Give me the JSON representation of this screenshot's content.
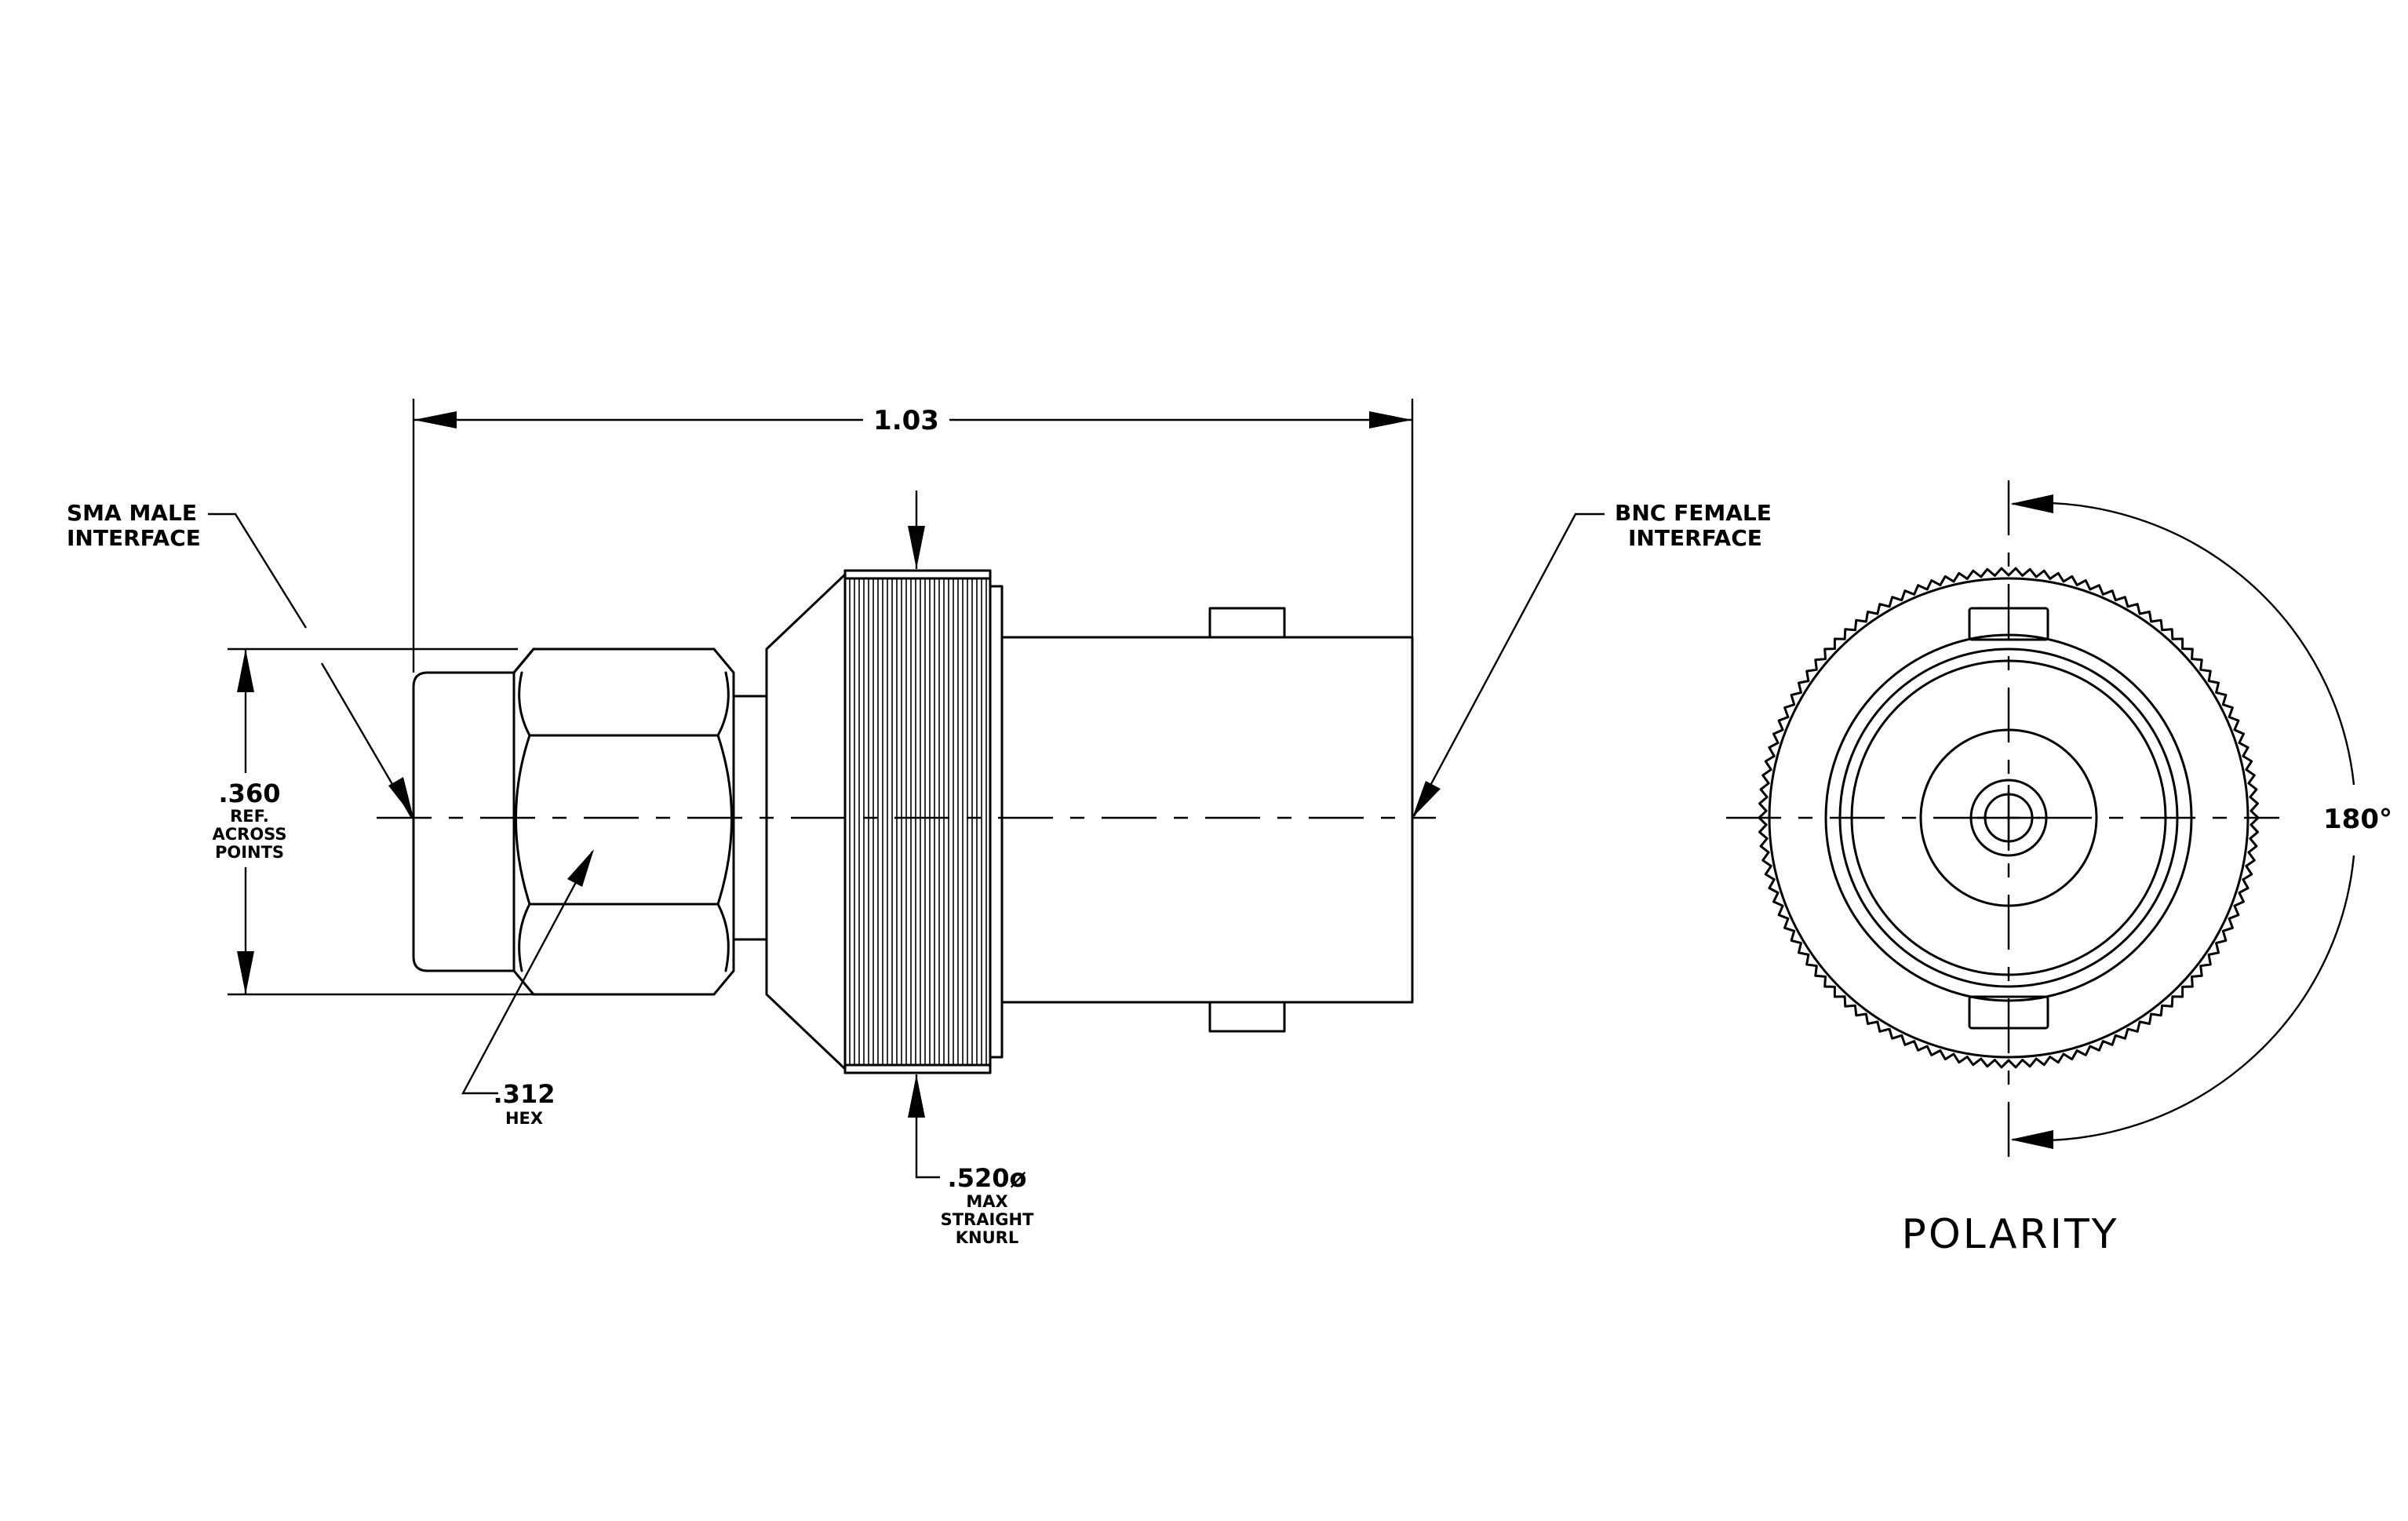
{
  "labels": {
    "overall_length": "1.03",
    "sma_line1": "SMA MALE",
    "sma_line2": "INTERFACE",
    "bnc_line1": "BNC FEMALE",
    "bnc_line2": "INTERFACE",
    "across_value": ".360",
    "across_line2": "REF.",
    "across_line3": "ACROSS",
    "across_line4": "POINTS",
    "hex_value": ".312",
    "hex_line2": "HEX",
    "knurl_value": ".520ø",
    "knurl_line2": "MAX",
    "knurl_line3": "STRAIGHT",
    "knurl_line4": "KNURL",
    "angle": "180°",
    "view_title": "POLARITY"
  },
  "colors": {
    "ink": "#000000",
    "paper": "#ffffff"
  }
}
